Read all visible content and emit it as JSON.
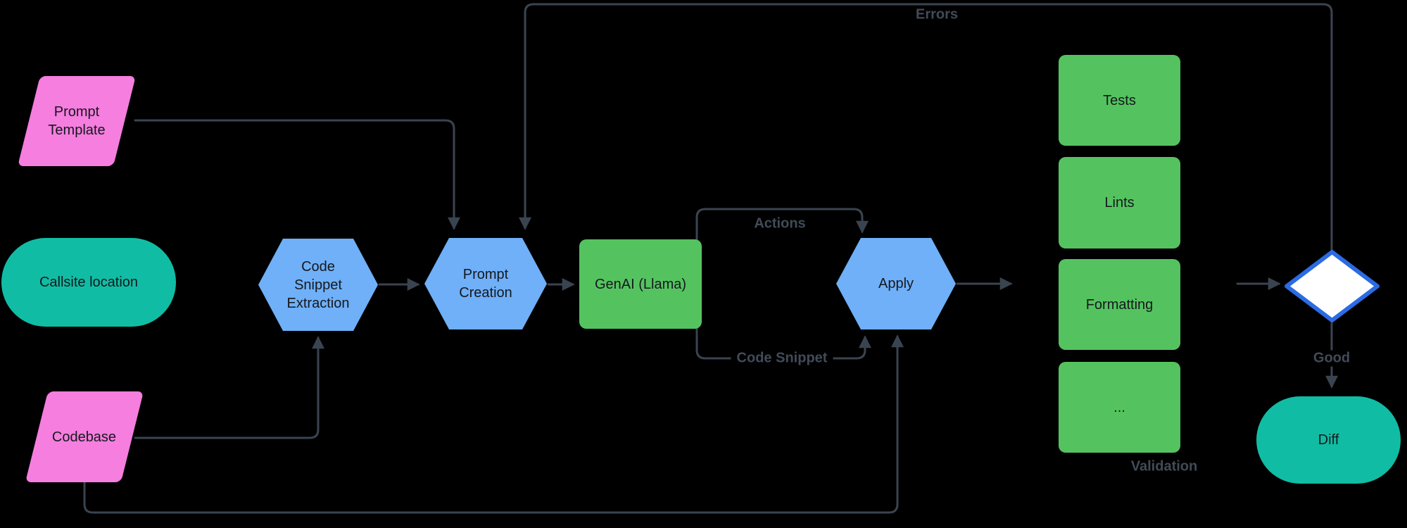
{
  "colors": {
    "bg": "#000000",
    "pink": "#f57edf",
    "teal": "#10bda4",
    "blue": "#6fb0f8",
    "green": "#54c35f",
    "line": "#3a4450",
    "edge-label": "#414b58",
    "node-text": "#15181e",
    "diamond-fill": "#ffffff",
    "diamond-border": "#2b6be4"
  },
  "nodes": {
    "prompt_template": {
      "label": "Prompt Template"
    },
    "callsite_location": {
      "label": "Callsite location"
    },
    "codebase": {
      "label": "Codebase"
    },
    "code_snippet_extraction": {
      "label": "Code Snippet Extraction"
    },
    "prompt_creation": {
      "label": "Prompt Creation"
    },
    "genai": {
      "label": "GenAI (Llama)"
    },
    "apply": {
      "label": "Apply"
    },
    "diff": {
      "label": "Diff"
    }
  },
  "validation": {
    "label": "Validation",
    "items": [
      "Tests",
      "Lints",
      "Formatting",
      "..."
    ]
  },
  "edges": [
    {
      "from": "Prompt Template",
      "to": "Prompt Creation",
      "label": ""
    },
    {
      "from": "Codebase",
      "to": "Code Snippet Extraction",
      "label": ""
    },
    {
      "from": "Codebase",
      "to": "Apply",
      "label": ""
    },
    {
      "from": "Code Snippet Extraction",
      "to": "Prompt Creation",
      "label": ""
    },
    {
      "from": "Prompt Creation",
      "to": "GenAI (Llama)",
      "label": ""
    },
    {
      "from": "GenAI (Llama)",
      "to": "Apply",
      "label": "Actions"
    },
    {
      "from": "GenAI (Llama)",
      "to": "Apply",
      "label": "Code Snippet"
    },
    {
      "from": "Apply",
      "to": "Validation",
      "label": ""
    },
    {
      "from": "Validation",
      "to": "Decision",
      "label": ""
    },
    {
      "from": "Decision",
      "to": "Prompt Creation",
      "label": "Errors"
    },
    {
      "from": "Decision",
      "to": "Diff",
      "label": "Good"
    }
  ]
}
